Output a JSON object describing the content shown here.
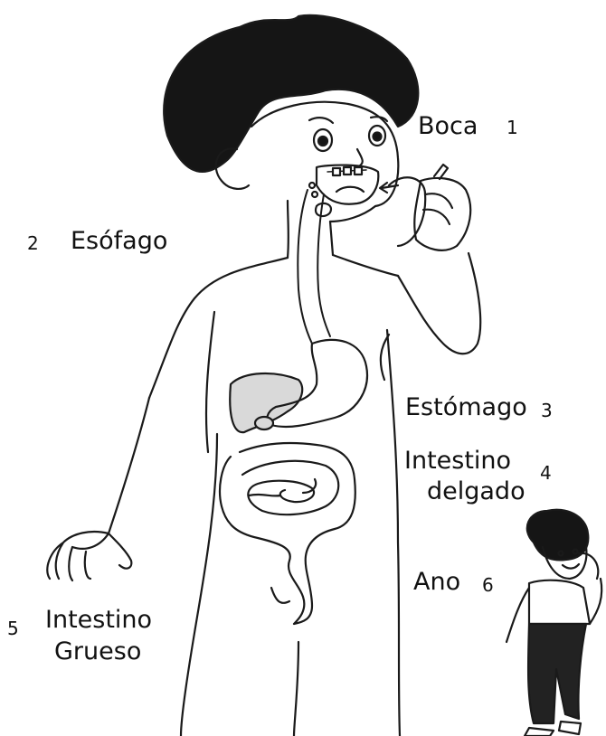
{
  "labels": {
    "boca": {
      "text": "Boca",
      "number": "1"
    },
    "esofago": {
      "text": "Esófago",
      "number": "2"
    },
    "estomago": {
      "text": "Estómago",
      "number": "3"
    },
    "intestino_delgado": {
      "line1": "Intestino",
      "line2": "delgado",
      "number": "4"
    },
    "intestino_grueso": {
      "line1": "Intestino",
      "line2": "Grueso",
      "number": "5"
    },
    "ano": {
      "text": "Ano",
      "number": "6"
    }
  },
  "colors": {
    "line": "#1a1a1a",
    "hair": "#151515",
    "organ_fill": "#d9d9d9",
    "pants": "#222222"
  }
}
